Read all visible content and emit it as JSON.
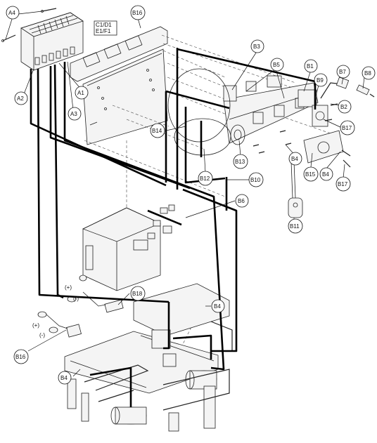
{
  "diagram": {
    "connector_labels": {
      "line1": "C1/D1",
      "line2": "E1/F1"
    },
    "polarity": {
      "plus_upper": "(+)",
      "minus_upper": "(-)",
      "plus_lower": "(+)",
      "minus_lower": "(-)"
    },
    "callouts": {
      "A4": "A4",
      "A1": "A1",
      "A2": "A2",
      "A3": "A3",
      "B16_top": "B16",
      "B3": "B3",
      "B5": "B5",
      "B1": "B1",
      "B9": "B9",
      "B7": "B7",
      "B8": "B8",
      "B2": "B2",
      "B17_upper": "B17",
      "B14": "B14",
      "B13": "B13",
      "B4_mid": "B4",
      "B15": "B15",
      "B4_right": "B4",
      "B17_lower": "B17",
      "B12": "B12",
      "B10": "B10",
      "B6": "B6",
      "B11": "B11",
      "B18": "B18",
      "B4_base": "B4",
      "B16_bottom": "B16",
      "B4_left": "B4"
    }
  }
}
